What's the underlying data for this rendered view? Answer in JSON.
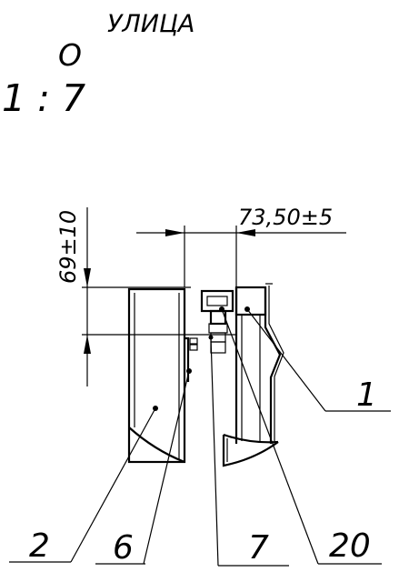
{
  "header": {
    "section_label": "УЛИЦА",
    "section_mark": "O",
    "scale": "1 : 7"
  },
  "dimensions": {
    "height_dim": "69±10",
    "width_dim": "73,50±5"
  },
  "callouts": [
    {
      "id": "callout-1",
      "label": "1"
    },
    {
      "id": "callout-2",
      "label": "2"
    },
    {
      "id": "callout-6",
      "label": "6"
    },
    {
      "id": "callout-7",
      "label": "7"
    },
    {
      "id": "callout-20",
      "label": "20"
    }
  ]
}
